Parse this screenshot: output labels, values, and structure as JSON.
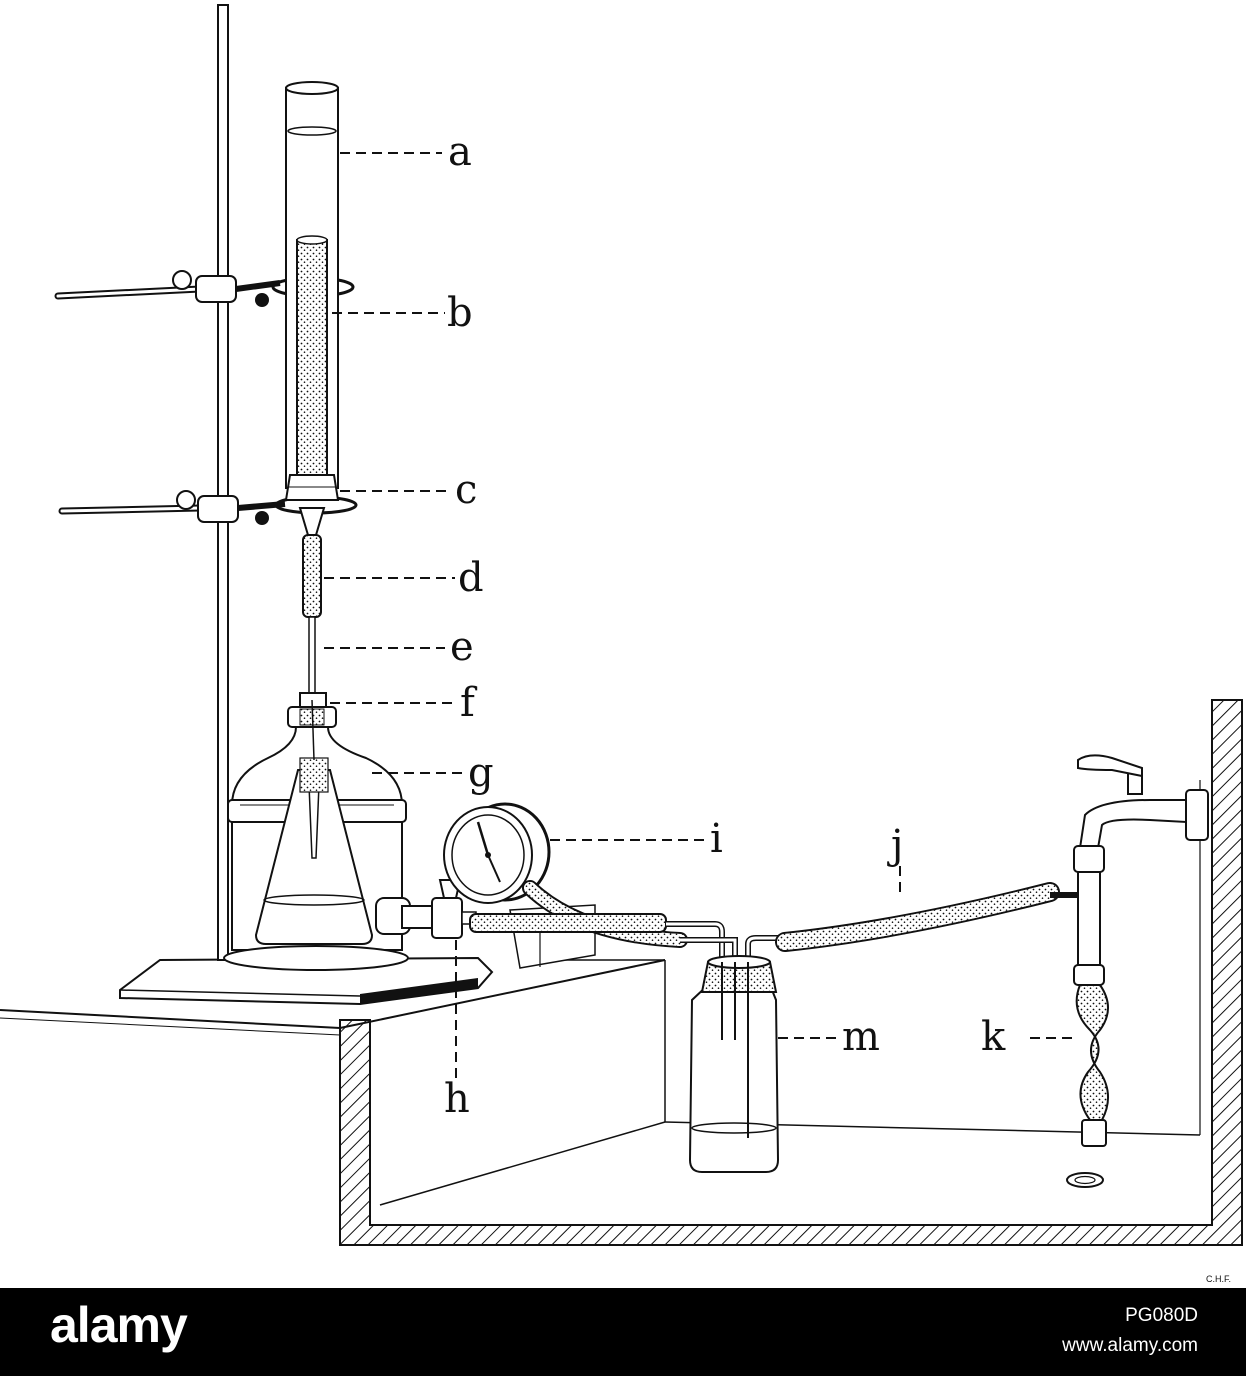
{
  "diagram": {
    "labels": {
      "a": "a",
      "b": "b",
      "c": "c",
      "d": "d",
      "e": "e",
      "f": "f",
      "g": "g",
      "h": "h",
      "i": "i",
      "j": "j",
      "k": "k",
      "m": "m"
    },
    "credit": "C.H.F."
  },
  "footer": {
    "brand": "alamy",
    "image_id": "PG080D",
    "site": "www.alamy.com"
  }
}
